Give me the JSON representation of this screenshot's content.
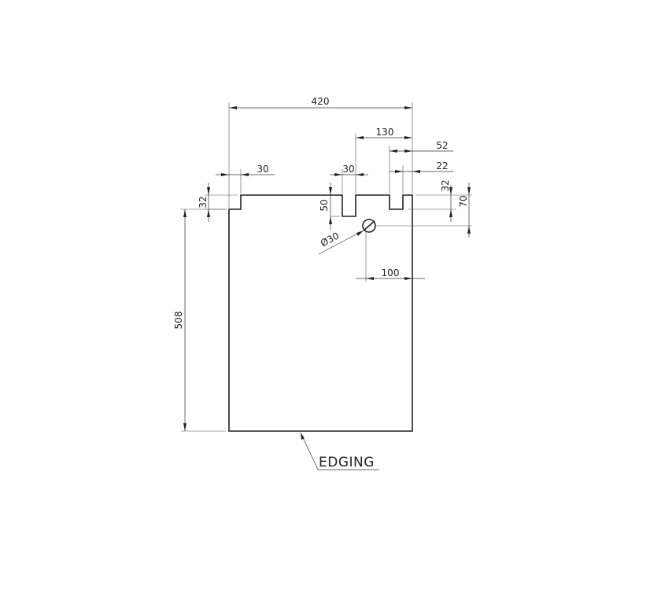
{
  "drawing": {
    "type": "technical drawing - panel with notches and hole",
    "dimensions": {
      "overall_width": "420",
      "notch_offset_from_right": "130",
      "notch_right_outer": "52",
      "notch_right_inner": "22",
      "left_step_width": "30",
      "center_notch_width": "30",
      "left_step_height": "32",
      "center_notch_depth": "50",
      "right_notch_depth": "32",
      "hole_offset_from_top": "70",
      "hole_diameter": "Ø30",
      "hole_offset_from_right": "100",
      "overall_height": "508"
    },
    "note": "EDGING"
  }
}
